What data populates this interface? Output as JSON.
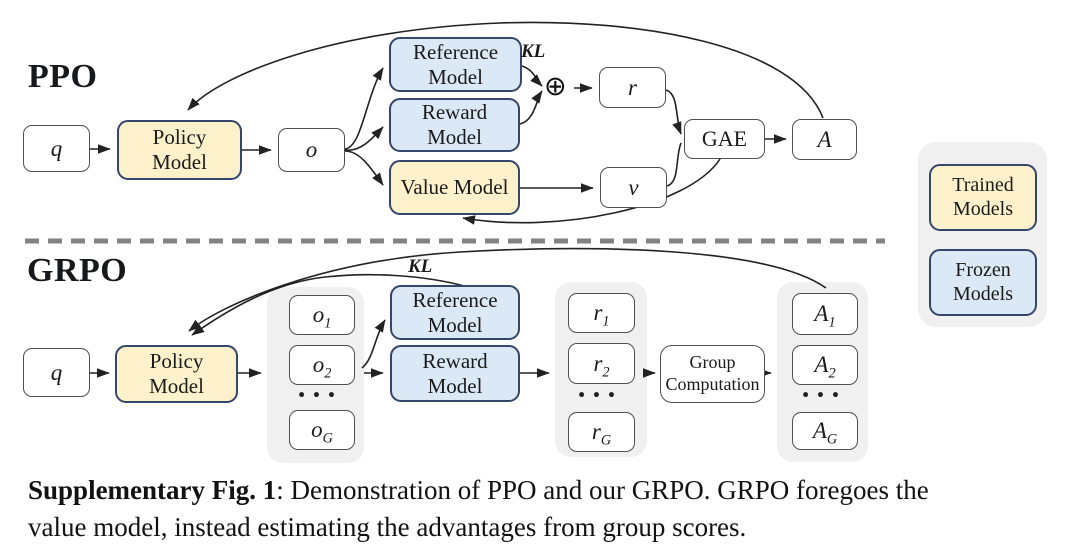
{
  "colors": {
    "trained_fill": "#fdf1cc",
    "frozen_fill": "#dbe8f6",
    "model_border": "#34466b",
    "group_bg": "#f0f0f0",
    "arrow": "#222222",
    "divider": "#828282"
  },
  "ppo": {
    "title": "PPO",
    "query_label": "q",
    "policy_model": "Policy Model",
    "output_label": "o",
    "reference_model": "Reference Model",
    "reward_model": "Reward Model",
    "value_model": "Value Model",
    "kl_label": "KL",
    "oplus_symbol": "⊕",
    "reward_label": "r",
    "value_label": "v",
    "gae_label": "GAE",
    "advantage_label": "A"
  },
  "grpo": {
    "title": "GRPO",
    "query_label": "q",
    "policy_model": "Policy Model",
    "kl_label": "KL",
    "reference_model": "Reference Model",
    "reward_model": "Reward Model",
    "group_computation": "Group Computation",
    "ellipsis": "•••",
    "outputs": [
      {
        "base": "o",
        "sub": "1"
      },
      {
        "base": "o",
        "sub": "2"
      },
      {
        "base": "o",
        "sub": "G"
      }
    ],
    "rewards": [
      {
        "base": "r",
        "sub": "1"
      },
      {
        "base": "r",
        "sub": "2"
      },
      {
        "base": "r",
        "sub": "G"
      }
    ],
    "advantages": [
      {
        "base": "A",
        "sub": "1"
      },
      {
        "base": "A",
        "sub": "2"
      },
      {
        "base": "A",
        "sub": "G"
      }
    ]
  },
  "legend": {
    "trained": "Trained Models",
    "frozen": "Frozen Models"
  },
  "caption": {
    "line1_bold": "Supplementary Fig. 1",
    "line1_rest": ": Demonstration of PPO and our GRPO. GRPO foregoes the",
    "line2": "value model, instead estimating the advantages from group scores."
  }
}
